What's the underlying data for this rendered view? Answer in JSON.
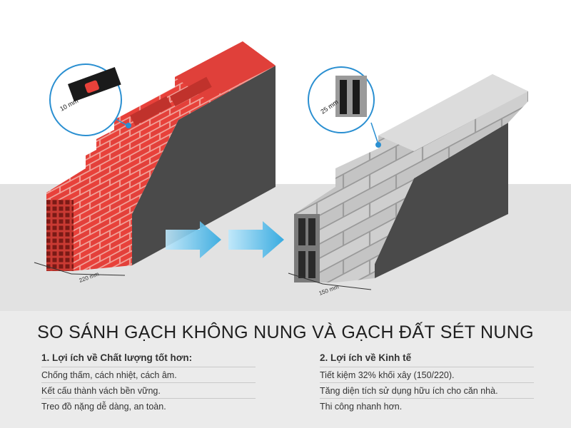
{
  "title": "SO SÁNH GẠCH KHÔNG NUNG VÀ GẠCH ĐẤT SÉT NUNG",
  "left_callout": "10 mm",
  "right_callout": "25 mm",
  "left_width": "220 mm",
  "right_width": "150 mm",
  "left_column": {
    "heading": "1. Lợi ích về Chất lượng tốt hơn:",
    "items": [
      "Chống thấm, cách nhiệt, cách âm.",
      "Kết cấu thành vách bền vững.",
      "Treo đồ nặng dễ dàng, an toàn."
    ]
  },
  "right_column": {
    "heading": "2. Lợi ích về Kinh tế",
    "items": [
      "Tiết kiệm 32% khối xây (150/220).",
      "Tăng diện tích sử dụng hữu ích cho căn nhà.",
      "Thi công nhanh hơn."
    ]
  },
  "colors": {
    "brick": "#e8413a",
    "brick_dark": "#b82c26",
    "mortar": "#f3a49c",
    "concrete": "#cfcfcf",
    "concrete_dark": "#8e8e8e",
    "plaster": "#4a4a4a",
    "arrow": "#3ab3e6",
    "callout": "#2a8fd1"
  }
}
